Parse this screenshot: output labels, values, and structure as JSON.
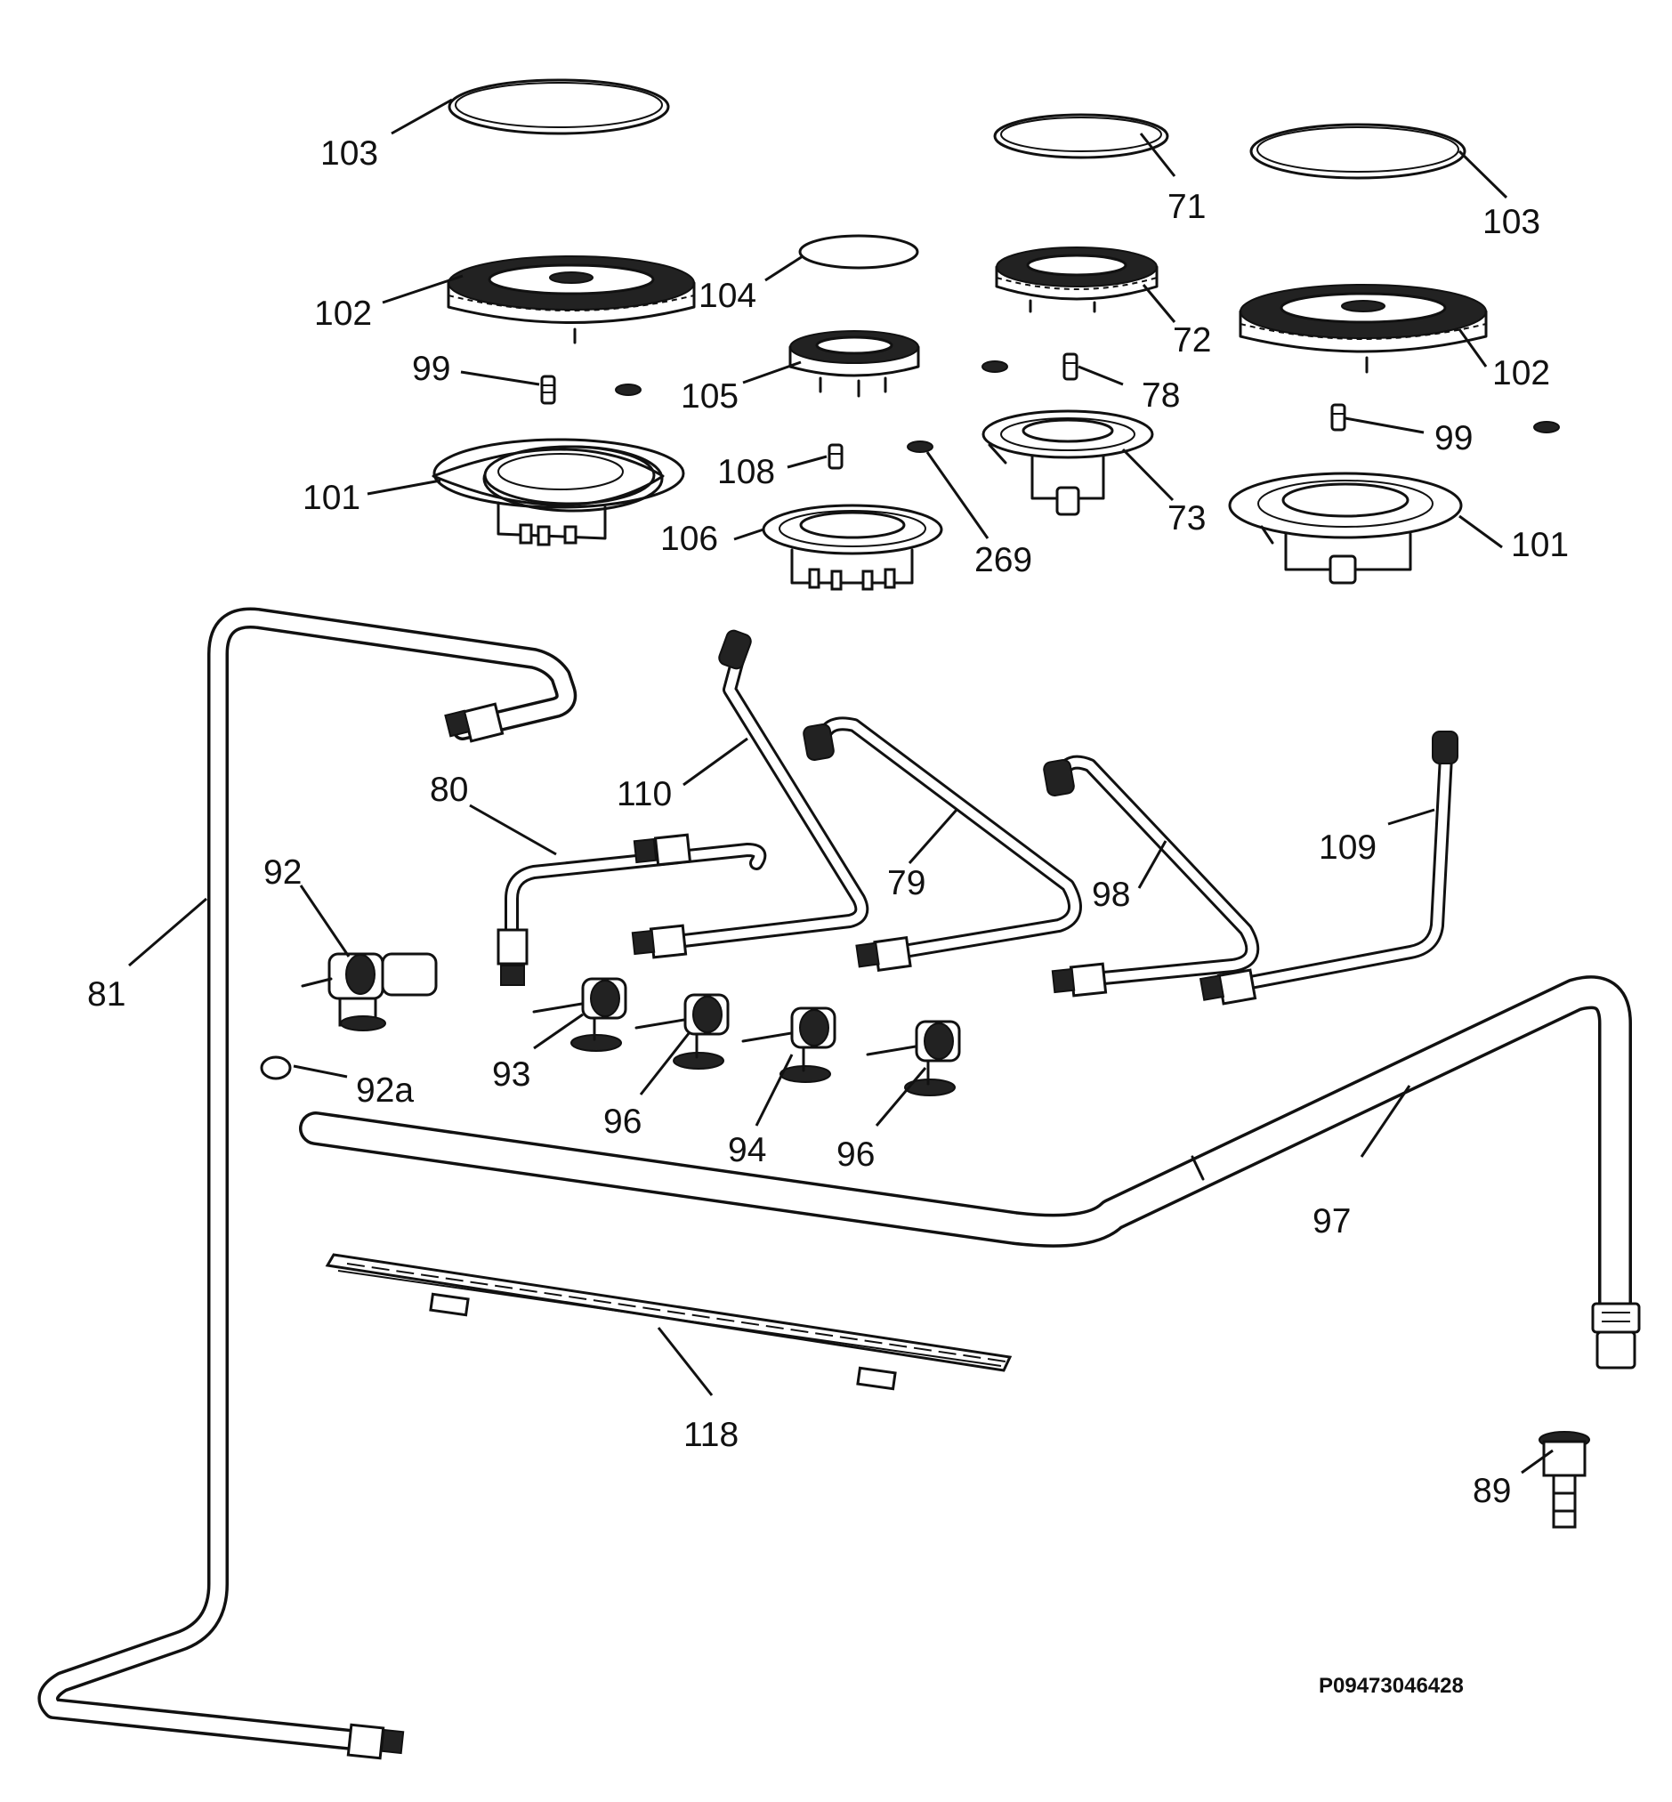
{
  "drawing_code": "P09473046428",
  "labels": {
    "l103a": "103",
    "l71": "71",
    "l103b": "103",
    "l102a": "102",
    "l104": "104",
    "l72": "72",
    "l102b": "102",
    "l99a": "99",
    "l105": "105",
    "l78": "78",
    "l99b": "99",
    "l101a": "101",
    "l108": "108",
    "l73": "73",
    "l101b": "101",
    "l106": "106",
    "l269": "269",
    "l110": "110",
    "l80": "80",
    "l79": "79",
    "l98": "98",
    "l109": "109",
    "l92": "92",
    "l81": "81",
    "l93": "93",
    "l96a": "96",
    "l94": "94",
    "l96b": "96",
    "l92a": "92a",
    "l97": "97",
    "l118": "118",
    "l89": "89"
  }
}
